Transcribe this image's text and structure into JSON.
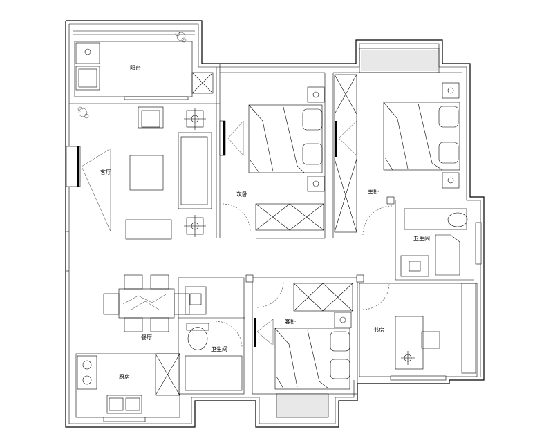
{
  "plan": {
    "rooms": {
      "balcony": "阳台",
      "living_room": "客厅",
      "second_bedroom": "次卧",
      "master_bedroom": "主卧",
      "master_bathroom": "卫生间",
      "dining_room": "餐厅",
      "guest_bedroom": "客卧",
      "study": "书房",
      "bathroom": "卫生间",
      "kitchen": "厨房"
    }
  }
}
